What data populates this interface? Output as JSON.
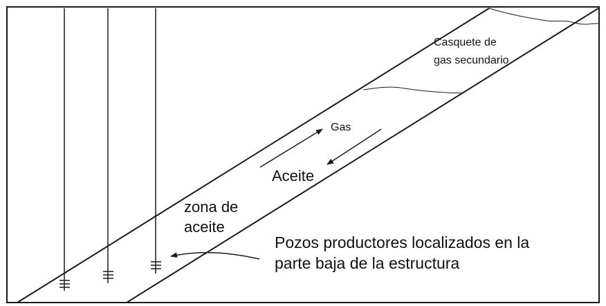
{
  "labels": {
    "gas_cap_line1": "Casquete de",
    "gas_cap_line2": "gas secundario",
    "gas": "Gas",
    "oil": "Aceite",
    "oil_zone_line1": "zona de",
    "oil_zone_line2": "aceite",
    "wells_line1": "Pozos productores localizados en la",
    "wells_line2": "parte baja de la estructura"
  },
  "colors": {
    "line": "#1a1a1a",
    "text": "#111111",
    "background": "#ffffff"
  }
}
